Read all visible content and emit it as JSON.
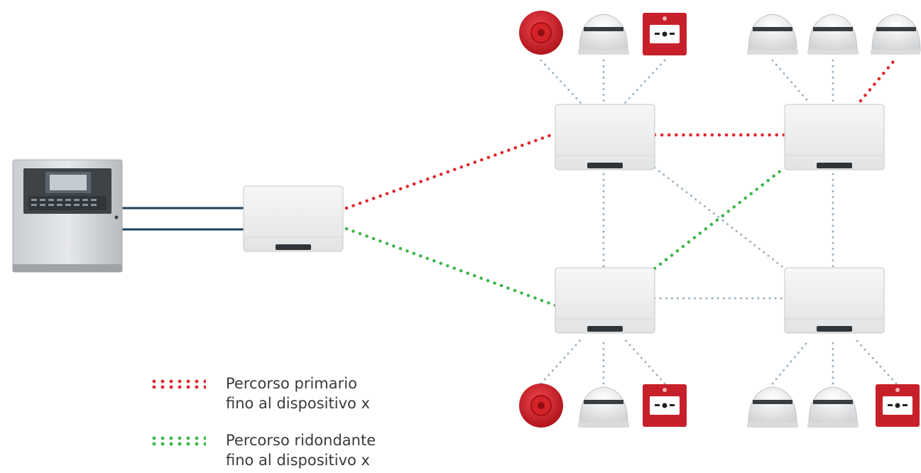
{
  "colors": {
    "primary_path": "#e2282e",
    "redundant_path": "#3fb54b",
    "standard_link": "#9db4c3",
    "loop_cable": "#1d3f5c",
    "device_red": "#c8202a"
  },
  "legend": [
    {
      "color": "red",
      "lines": [
        "Percorso primario",
        "fino al dispositivo x"
      ]
    },
    {
      "color": "green",
      "lines": [
        "Percorso ridondante",
        "fino al dispositivo x"
      ]
    }
  ],
  "devices": {
    "control_panel": "fire-alarm-control-panel",
    "module": "loop-module",
    "sounder": "sounder-beacon",
    "detector": "smoke-detector",
    "call_point": "manual-call-point"
  }
}
